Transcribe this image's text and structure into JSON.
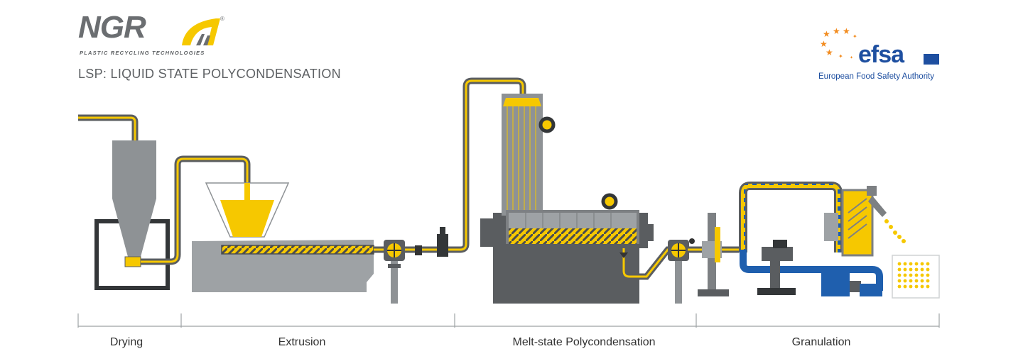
{
  "logo": {
    "name": "NGR",
    "tagline": "PLASTIC RECYCLING TECHNOLOGIES",
    "reg": "®"
  },
  "title": "LSP: LIQUID STATE POLYCONDENSATION",
  "efsa": {
    "name": "efsa",
    "full": "European Food Safety Authority"
  },
  "stages": [
    "Drying",
    "Extrusion",
    "Melt-state Polycondensation",
    "Granulation"
  ],
  "colors": {
    "pipe_dark": "#5a5d60",
    "melt": "#f6c800",
    "machine": "#6d7073",
    "light_grey": "#9ea2a5",
    "water": "#1f5fae",
    "efsa_blue": "#1e4fa0",
    "efsa_orange": "#f28b1e"
  }
}
